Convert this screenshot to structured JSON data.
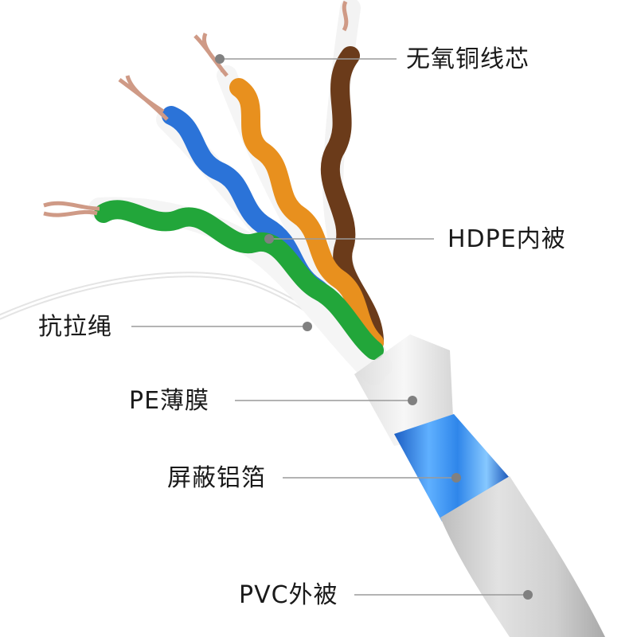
{
  "colors": {
    "background": "#ffffff",
    "label_text": "#1a1a1a",
    "leader_line": "#9a9a9a",
    "marker_dot": "#808080",
    "pvc_jacket": "#d6d6d6",
    "aluminum_shield": "#2f7fe0",
    "pe_film": "#eeeeee",
    "pair_blue": "#2b73d8",
    "pair_orange": "#e8901e",
    "pair_green": "#22a63a",
    "pair_brown": "#6b3b1a",
    "insulation_white": "#f7f7f7",
    "copper": "#cf9a86",
    "ripcord": "#f0f0f0"
  },
  "callouts": [
    {
      "id": "copper-conductor",
      "text": "无氧铜线芯"
    },
    {
      "id": "hdpe-insulation",
      "text": "HDPE内被"
    },
    {
      "id": "ripcord",
      "text": "抗拉绳"
    },
    {
      "id": "pe-film",
      "text": "PE薄膜"
    },
    {
      "id": "aluminum-foil-shield",
      "text": "屏蔽铝箔"
    },
    {
      "id": "pvc-jacket",
      "text": "PVC外被"
    }
  ]
}
